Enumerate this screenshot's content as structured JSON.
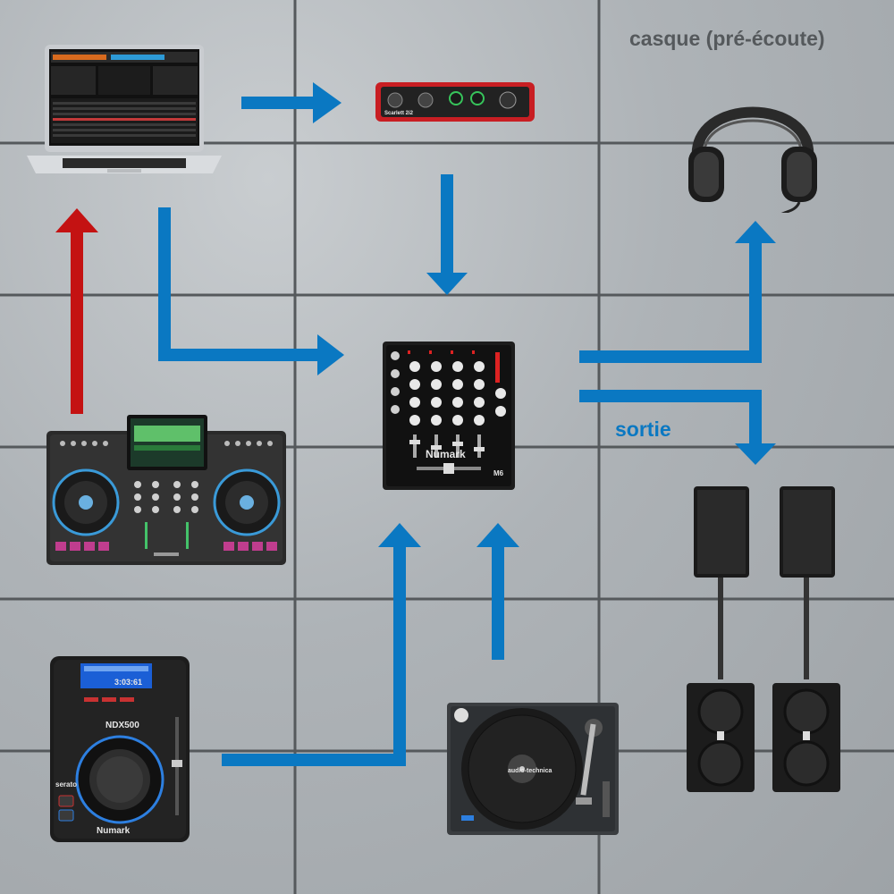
{
  "labels": {
    "headphones": "casque (pré-écoute)",
    "output": "sortie"
  },
  "devices": {
    "mixer_brand": "Numark",
    "mixer_model": "M6",
    "cdj_model": "NDX500",
    "cdj_brand": "Numark",
    "cdj_display": "3:03:61",
    "cdj_logo": "serato",
    "turntable_brand": "audio-technica",
    "interface_brand": "Scarlett 2i2"
  },
  "colors": {
    "signal_arrow": "#0a78c2",
    "return_arrow": "#c41212",
    "headphones_label": "#55595c",
    "output_label": "#0a78c2"
  }
}
